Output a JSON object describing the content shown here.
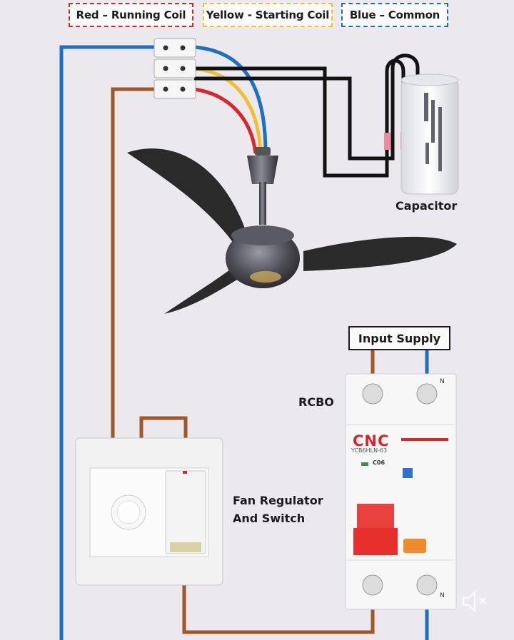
{
  "legend": {
    "red": {
      "label": "Red – Running Coil",
      "color": "#d9262b"
    },
    "yellow": {
      "label": "Yellow - Starting Coil",
      "color": "#f0c030"
    },
    "blue": {
      "label": "Blue – Common",
      "color": "#1f6fc0"
    }
  },
  "labels": {
    "capacitor": "Capacitor",
    "input_supply": "Input Supply",
    "rcbo": "RCBO",
    "regulator_line1": "Fan Regulator",
    "regulator_line2": "And Switch"
  },
  "rcbo": {
    "brand": "CNC",
    "model": "YCB6HLN-63",
    "rating": "C06",
    "neutral_mark": "N"
  },
  "wire_colors": {
    "phase": "#a0582a",
    "neutral": "#1f6fc0",
    "capacitor": "#121212"
  },
  "icons": {
    "mute": "speaker-mute-icon"
  }
}
